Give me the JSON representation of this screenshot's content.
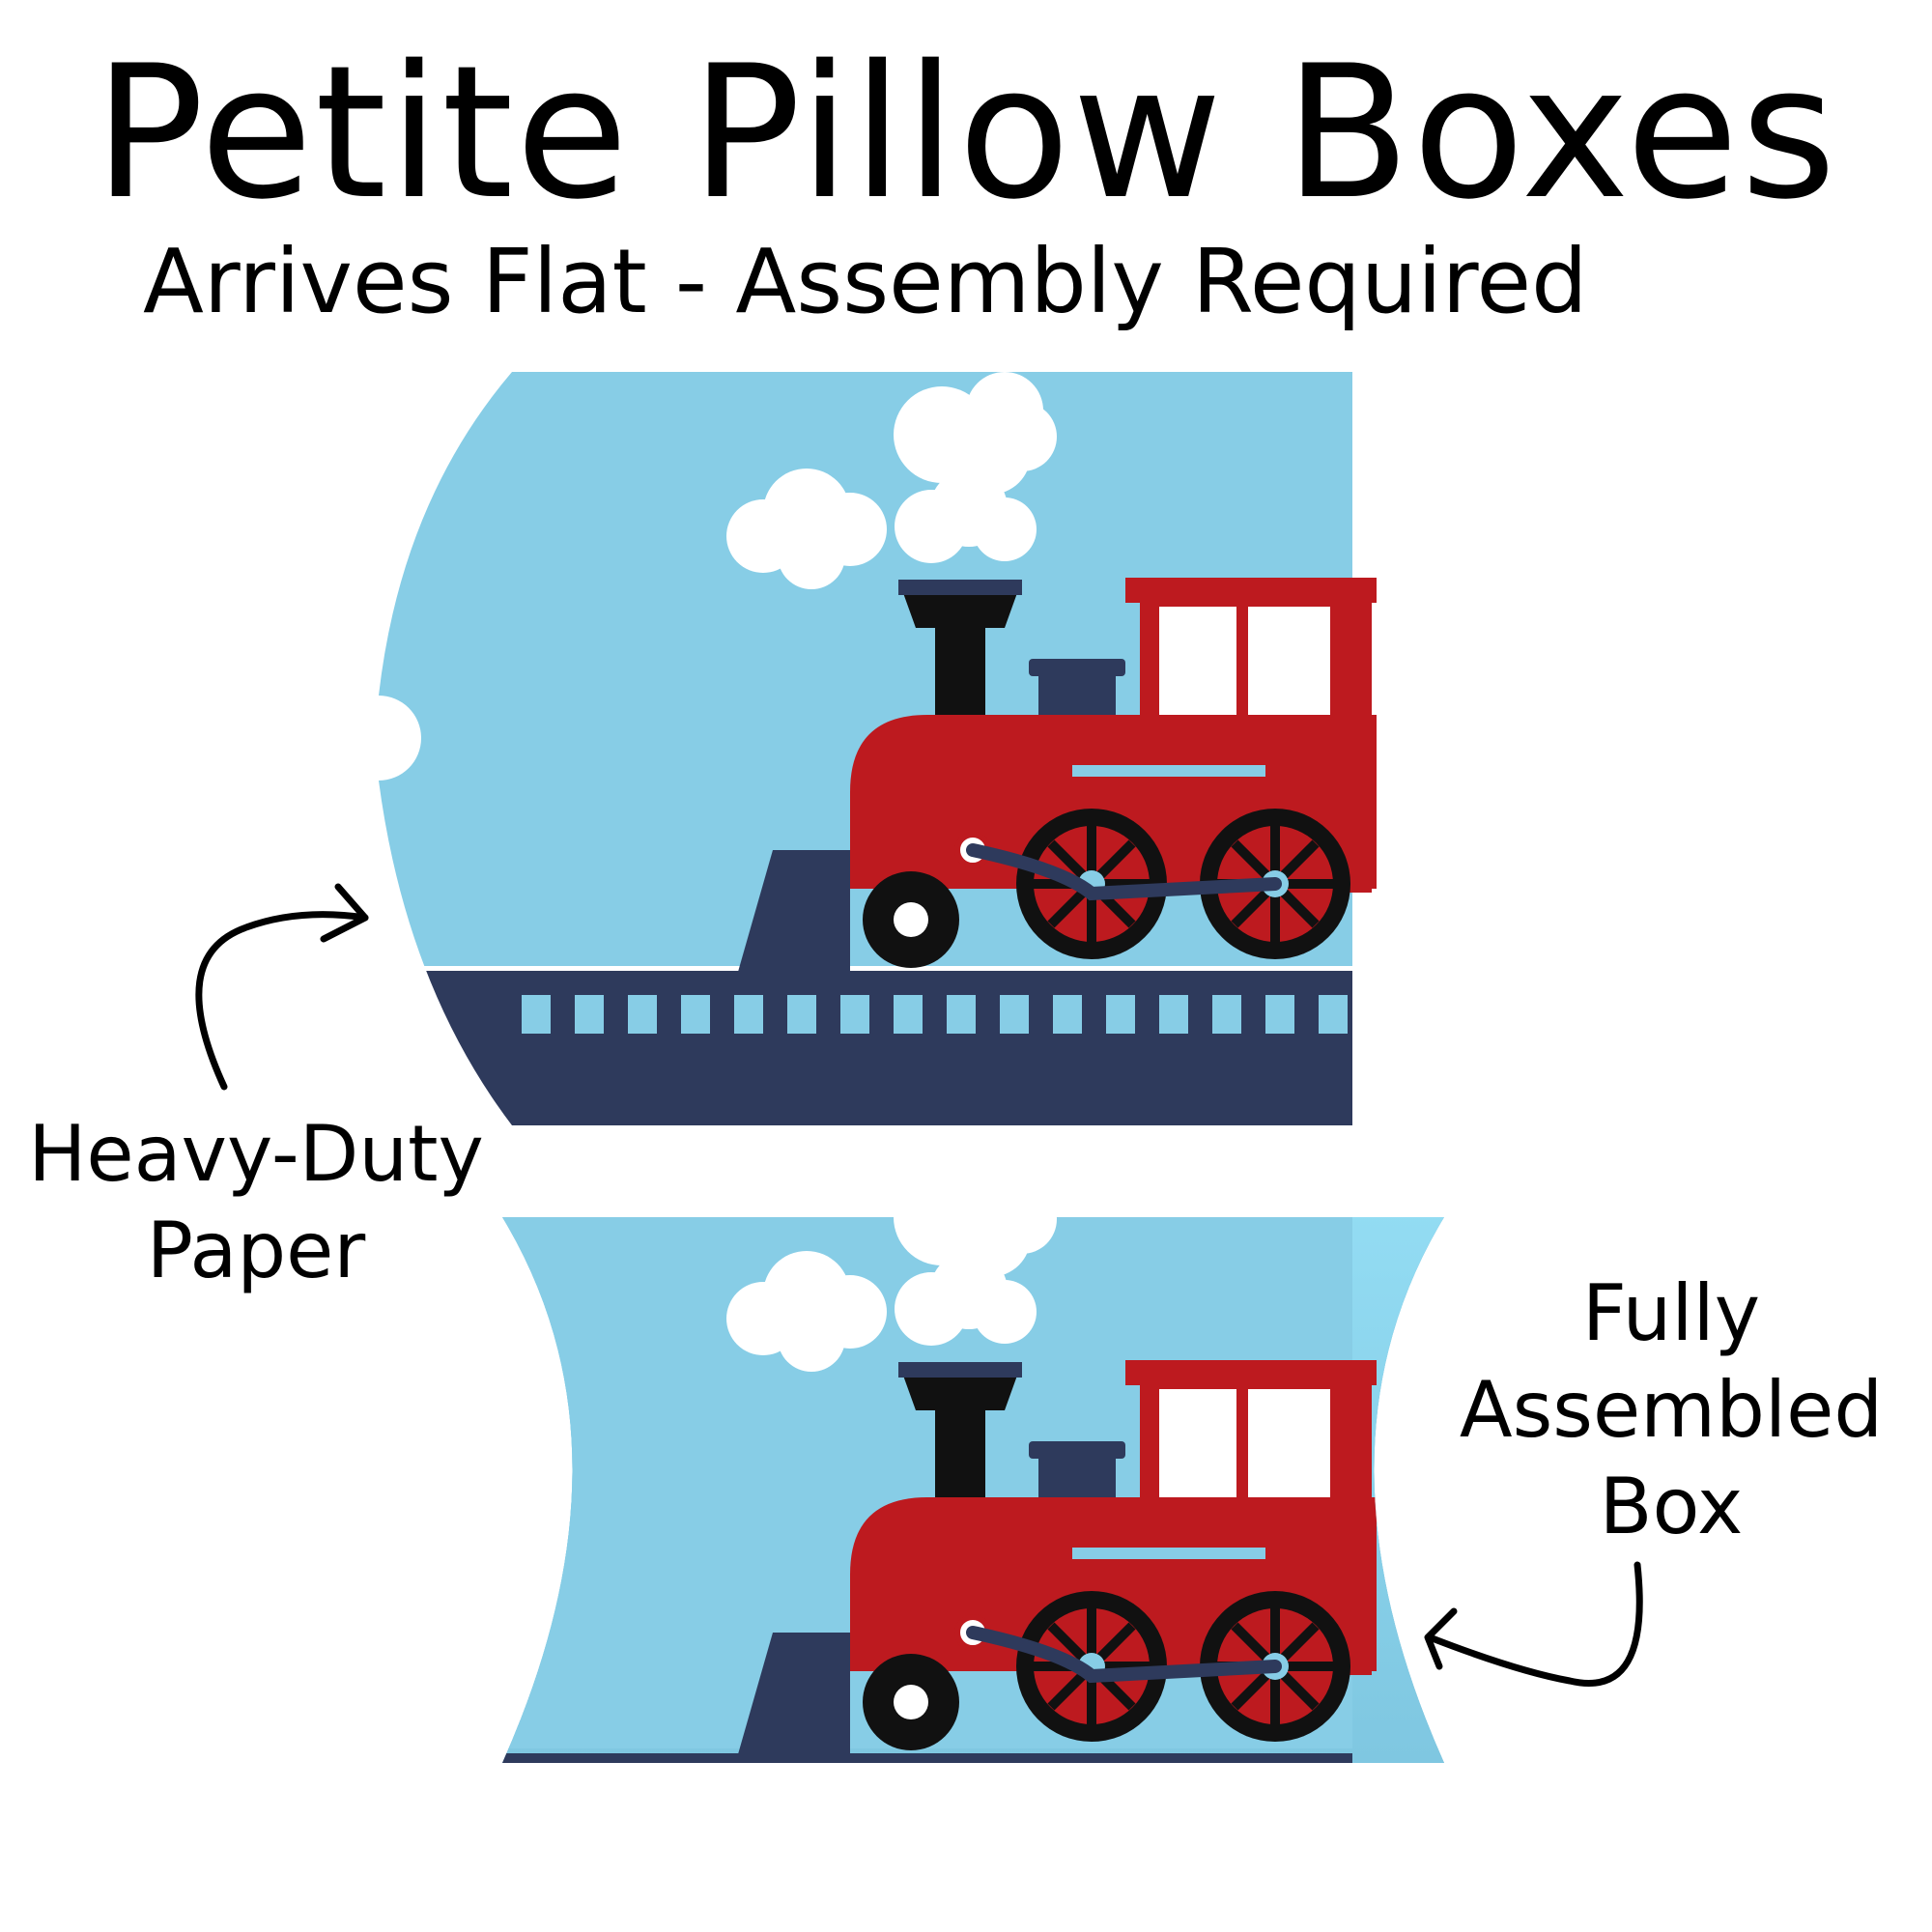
{
  "header": {
    "title": "Petite Pillow Boxes",
    "subtitle": "Arrives Flat - Assembly Required"
  },
  "callouts": {
    "left_line1": "Heavy-Duty",
    "left_line2": "Paper",
    "right_line1": "Fully",
    "right_line2": "Assembled",
    "right_line3": "Box"
  },
  "colors": {
    "sky": "#87cde6",
    "navy": "#2e3a5c",
    "red": "#bd1a1f",
    "black": "#111111",
    "white": "#ffffff"
  }
}
